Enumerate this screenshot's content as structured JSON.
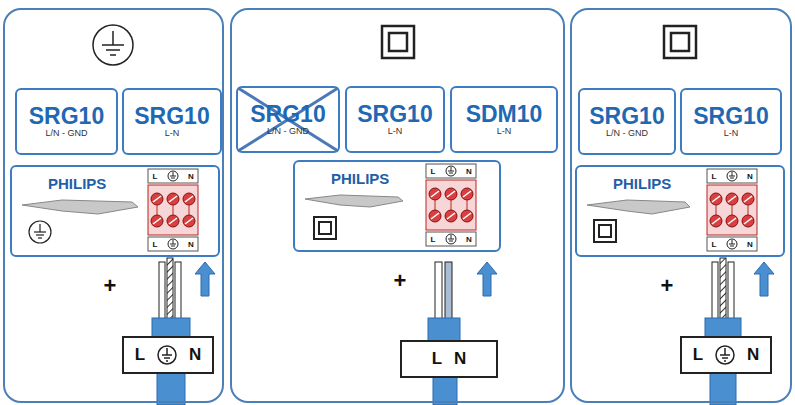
{
  "diagram": {
    "nodes": [
      {
        "text": []
      },
      {
        "text": [
          "SRG10",
          "L/N - GND"
        ],
        "in": 0
      },
      {
        "text": [
          "SRG10",
          "L-N"
        ],
        "in": 0
      },
      {
        "text": [
          "PHILIPS"
        ],
        "in": 0
      },
      {
        "text": [
          "L",
          "N"
        ],
        "in": 0
      },
      {
        "text": []
      },
      {
        "text": [
          "SRG10",
          "L/N - GND"
        ],
        "in": 5
      },
      {
        "text": [
          "SRG10",
          "L-N"
        ],
        "in": 5
      },
      {
        "text": [
          "SDM10",
          "L-N"
        ],
        "in": 5
      },
      {
        "text": [
          "PHILIPS"
        ],
        "in": 5
      },
      {
        "text": [
          "L",
          "N"
        ],
        "in": 5
      },
      {
        "text": []
      },
      {
        "text": [
          "SRG10",
          "L/N - GND"
        ],
        "in": 11
      },
      {
        "text": [
          "SRG10",
          "L-N"
        ],
        "in": 11
      },
      {
        "text": [
          "PHILIPS"
        ],
        "in": 11
      },
      {
        "text": [
          "L",
          "N"
        ],
        "in": 11
      }
    ],
    "labels": [
      "L",
      "N",
      "L",
      "N",
      "+",
      "L",
      "N",
      "L",
      "N",
      "+",
      "L",
      "N",
      "L",
      "N",
      "+"
    ]
  }
}
